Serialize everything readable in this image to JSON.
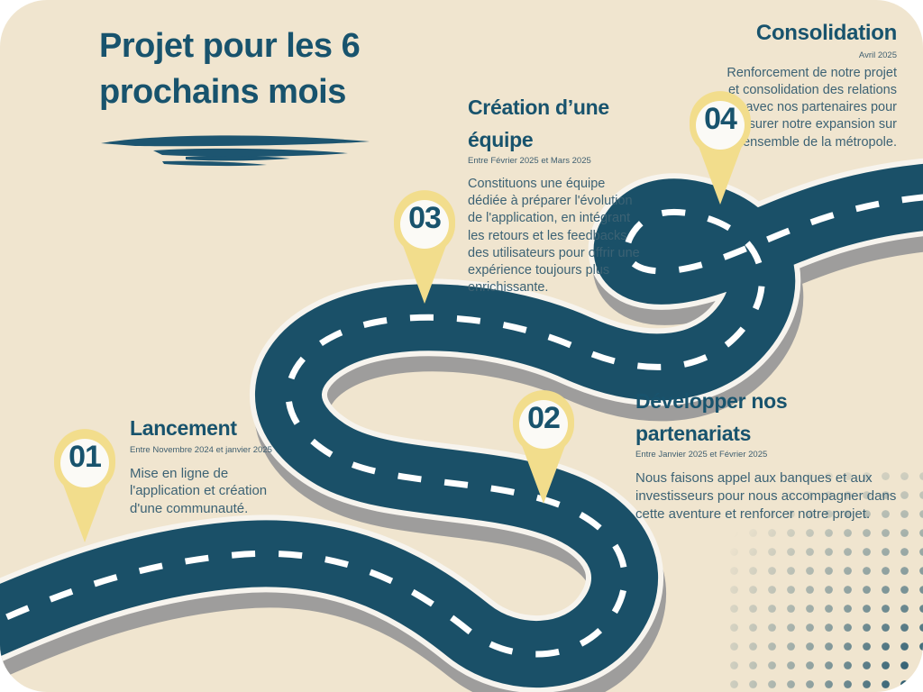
{
  "document": {
    "title": "Projet pour les 6 prochains mois",
    "heading_line_1": "Projet pour les 6",
    "heading_line_2": "prochains mois"
  },
  "colors": {
    "background": "#f0e5cf",
    "road": "#1a5068",
    "road_shadow": "#8f9093",
    "road_edge": "#f7f4ee",
    "pin_yellow": "#f2dd8c",
    "pin_inner": "#fbfaf6",
    "text_dark": "#18536d",
    "text_body": "#3c6274",
    "dots": "#1a5068"
  },
  "milestones": [
    {
      "number": "01",
      "title": "Lancement",
      "date": "Entre Novembre 2024 et janvier 2025",
      "body": "Mise en ligne de l'application et création d'une communauté.",
      "align": "left"
    },
    {
      "number": "02",
      "title": "Développer nos partenariats",
      "date": "Entre Janvier 2025 et Février 2025",
      "body": "Nous faisons appel aux banques et aux investisseurs pour nous accompagner dans cette aventure et renforcer notre projet.",
      "align": "left"
    },
    {
      "number": "03",
      "title": "Création d’une équipe",
      "date": "Entre Février 2025 et Mars 2025",
      "body": "Constituons une équipe dédiée à préparer l'évolution de l'application, en intégrant les retours et les feedbacks des utilisateurs pour offrir une expérience toujours plus enrichissante.",
      "align": "left"
    },
    {
      "number": "04",
      "title": "Consolidation",
      "date": "Avril 2025",
      "body": "Renforcement de notre projet et consolidation des relations avec nos partenaires pour assurer notre expansion sur l'ensemble de la métropole.",
      "align": "right"
    }
  ],
  "icons": {
    "pin": "map-pin-icon",
    "underline": "brush-underline-icon",
    "halftone": "halftone-dots-icon",
    "road": "winding-road-icon"
  }
}
